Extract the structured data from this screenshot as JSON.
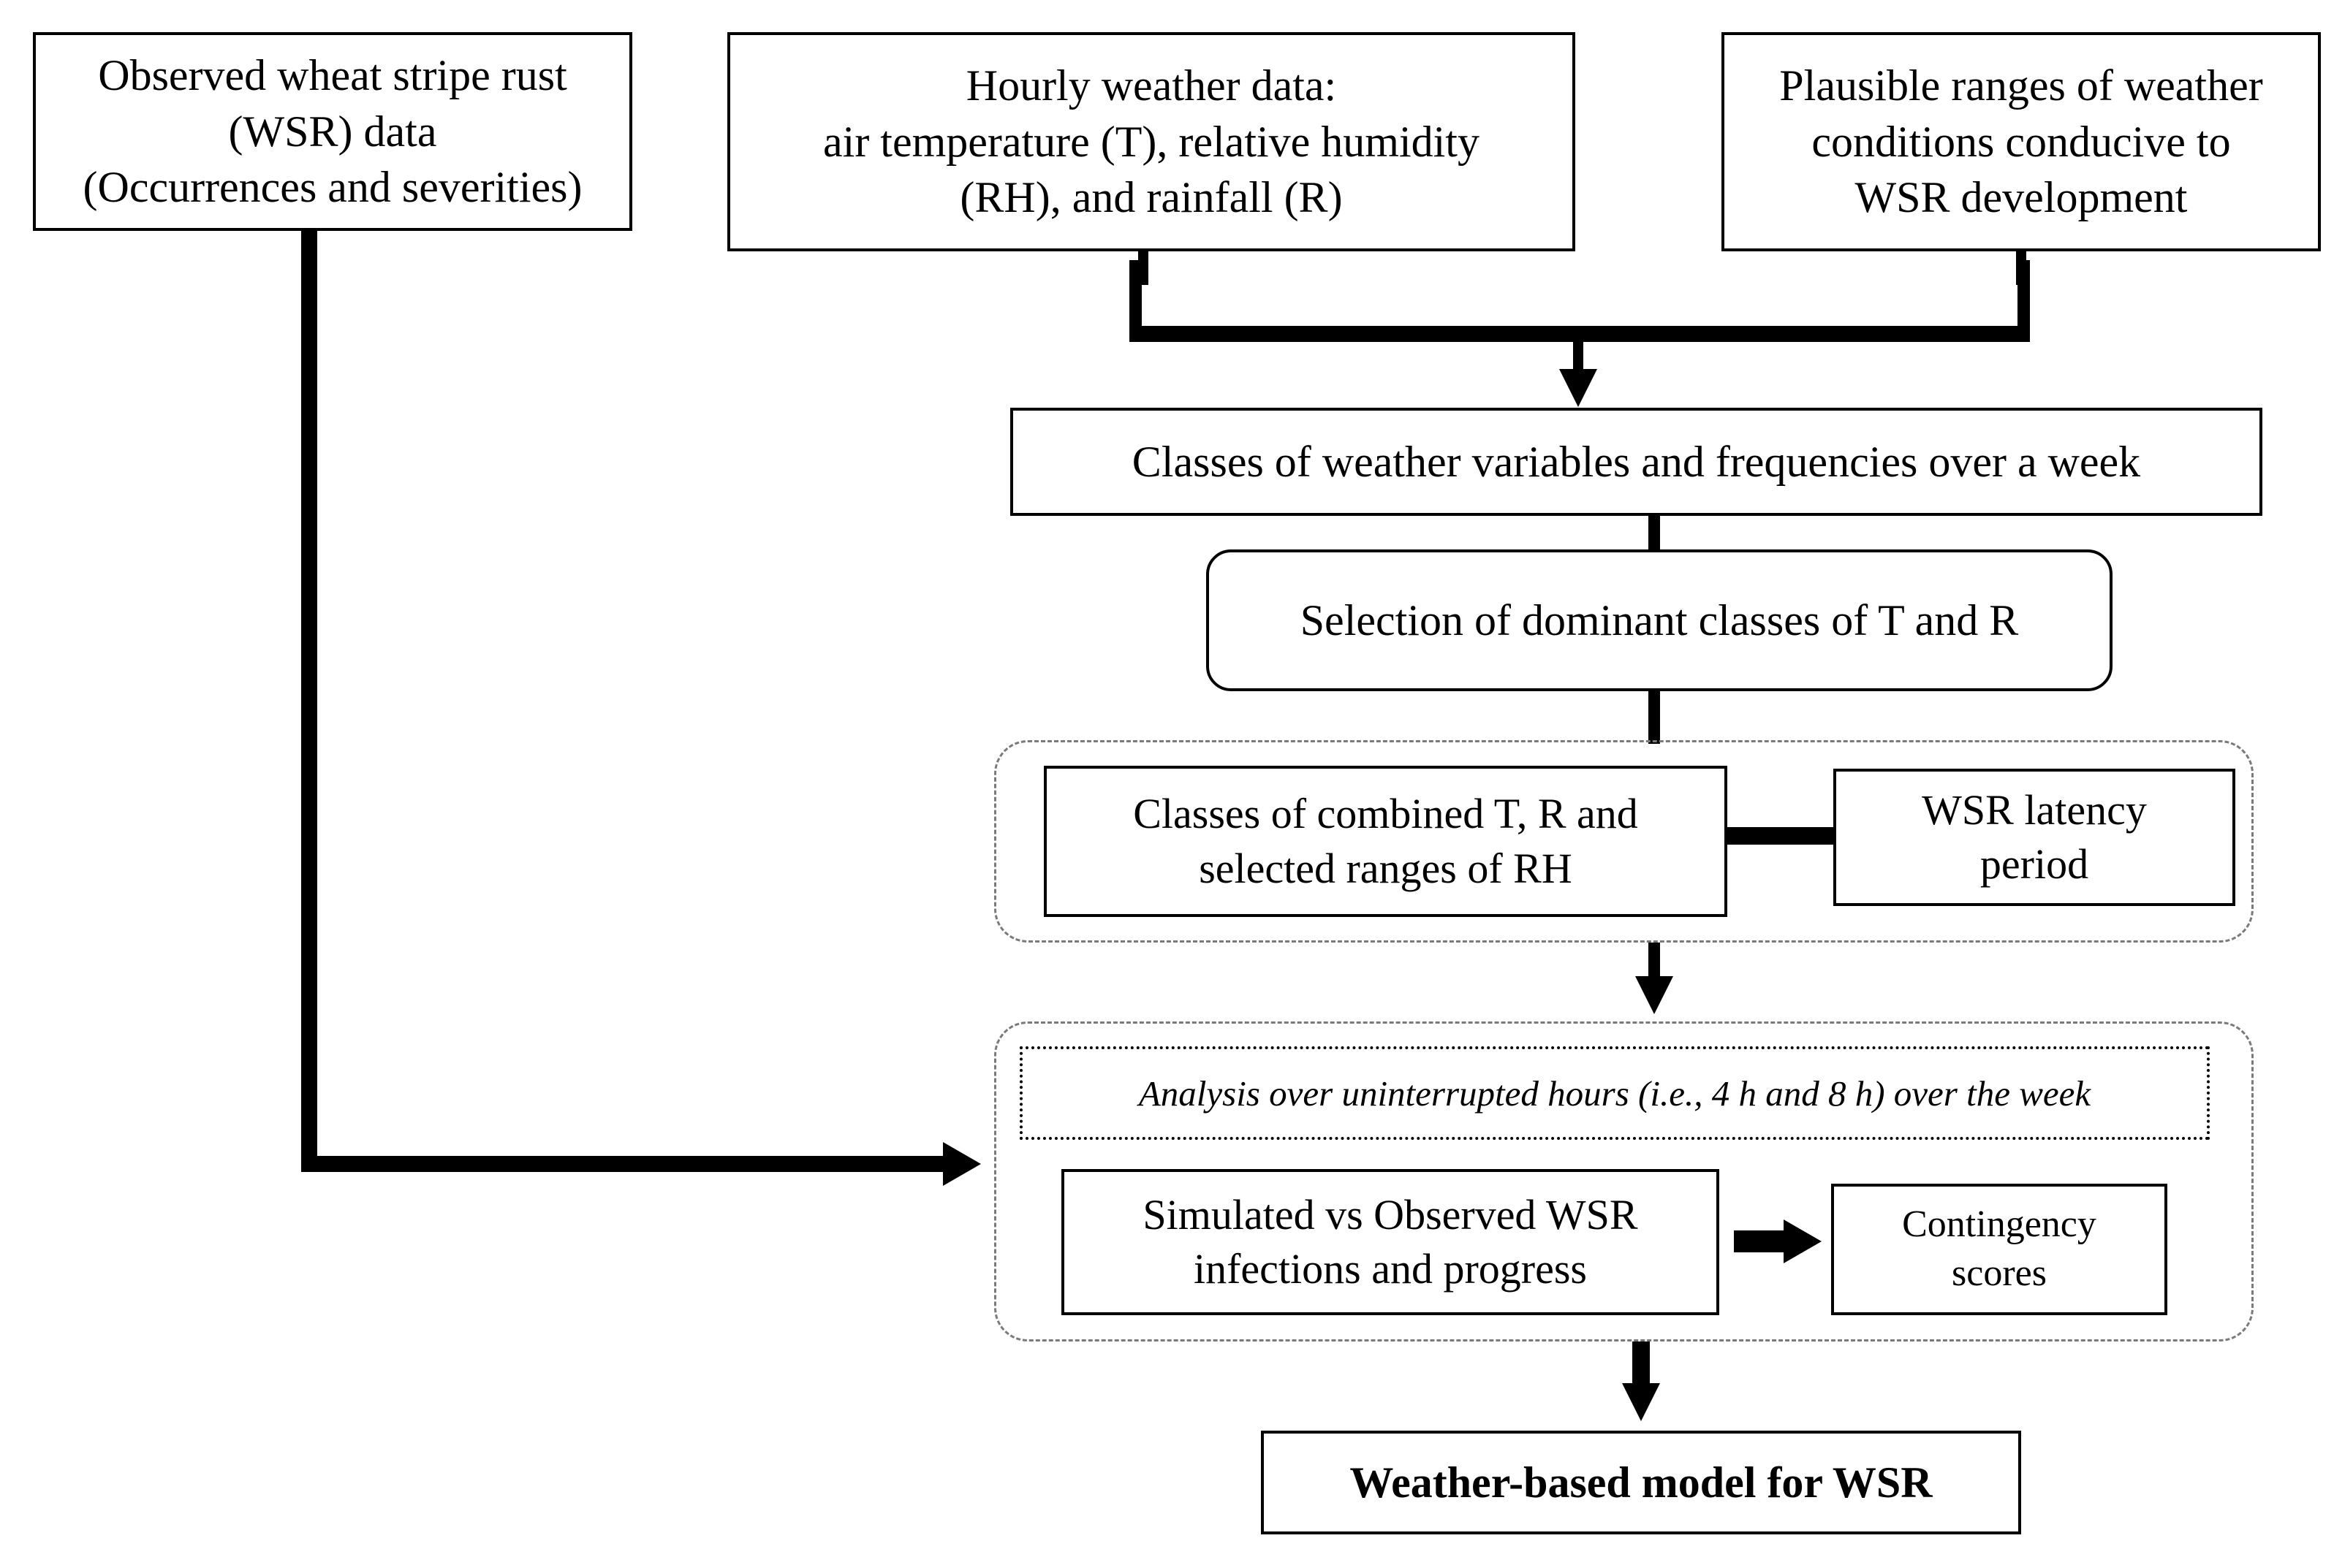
{
  "diagram": {
    "title": "Weather-based wheat stripe rust model flowchart",
    "colors": {
      "stroke": "#000000",
      "dashed_group_stroke": "#7a7a7a",
      "background": "#ffffff"
    },
    "nodes": {
      "observed_wsr_data": "Observed wheat stripe rust\n(WSR) data\n(Occurrences and severities)",
      "hourly_weather_data": "Hourly weather data:\nair temperature (T), relative humidity\n(RH), and rainfall (R)",
      "plausible_ranges": "Plausible ranges of weather\nconditions conducive to\nWSR development",
      "classes_weather_variables": "Classes of weather variables and frequencies over a week",
      "selection_dominant_classes": "Selection of dominant classes of T and R",
      "classes_combined": "Classes of combined T, R and\nselected ranges of RH",
      "wsr_latency_period": "WSR latency\nperiod",
      "analysis_uninterrupted_hours": "Analysis over uninterrupted hours (i.e., 4 h and 8 h) over the week",
      "simulated_vs_observed": "Simulated vs Observed WSR\ninfections and progress",
      "contingency_scores": "Contingency\nscores",
      "weather_based_model": "Weather-based model for WSR"
    }
  }
}
